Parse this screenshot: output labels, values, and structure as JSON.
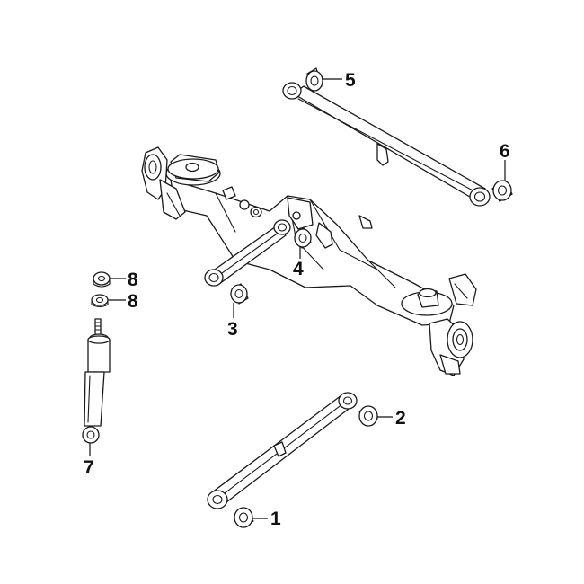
{
  "callouts": [
    {
      "id": "c1",
      "number": "1"
    },
    {
      "id": "c2",
      "number": "2"
    },
    {
      "id": "c3",
      "number": "3"
    },
    {
      "id": "c4",
      "number": "4"
    },
    {
      "id": "c5",
      "number": "5"
    },
    {
      "id": "c6",
      "number": "6"
    },
    {
      "id": "c7",
      "number": "7"
    },
    {
      "id": "c8a",
      "number": "8"
    },
    {
      "id": "c8b",
      "number": "8"
    }
  ],
  "colors": {
    "ink": "#1a1a1a",
    "paper": "#ffffff"
  }
}
